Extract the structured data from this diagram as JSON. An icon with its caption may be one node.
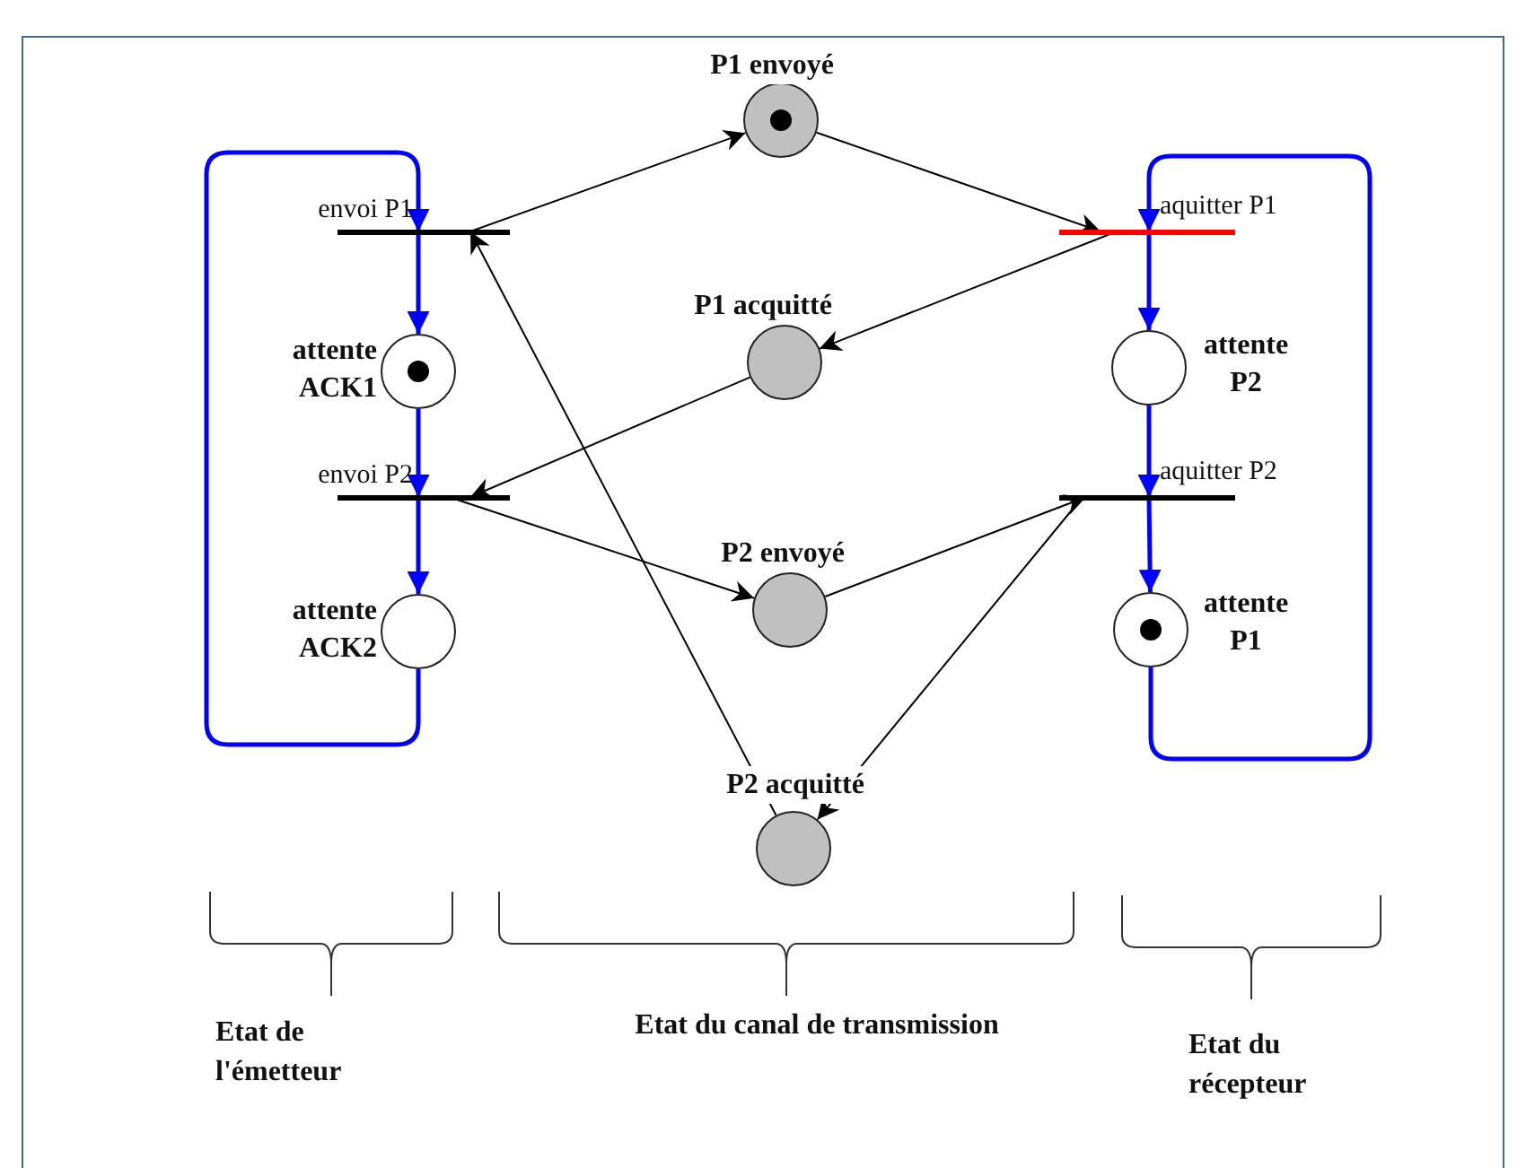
{
  "diagram": {
    "nodes": [
      {
        "text": [
          "envoi P1"
        ]
      },
      {
        "text": [
          "attente ACK1"
        ]
      },
      {
        "text": [
          "envoi P2"
        ]
      },
      {
        "text": [
          "attente ACK2"
        ]
      },
      {
        "text": [
          "P1 envoyé"
        ]
      },
      {
        "text": [
          "P1 acquitté"
        ]
      },
      {
        "text": [
          "P2 envoyé"
        ]
      },
      {
        "text": [
          "P2 acquitté"
        ]
      },
      {
        "text": [
          "aquitter P1"
        ]
      },
      {
        "text": [
          "attente P2"
        ]
      },
      {
        "text": [
          "aquitter P2"
        ]
      },
      {
        "text": [
          "attente P1"
        ]
      }
    ],
    "edges": [
      {
        "from": 0,
        "to": 1,
        "arrow": "to",
        "style": "thick",
        "color": "#0000ff"
      },
      {
        "from": 1,
        "to": 2,
        "arrow": "to",
        "style": "thick",
        "color": "#0000ff"
      },
      {
        "from": 2,
        "to": 3,
        "arrow": "to",
        "style": "thick",
        "color": "#0000ff"
      },
      {
        "from": 3,
        "to": 0,
        "arrow": "to",
        "style": "thick",
        "color": "#0000ff"
      },
      {
        "from": 8,
        "to": 9,
        "arrow": "to",
        "style": "thick",
        "color": "#0000ff"
      },
      {
        "from": 9,
        "to": 10,
        "arrow": "to",
        "style": "thick",
        "color": "#0000ff"
      },
      {
        "from": 10,
        "to": 11,
        "arrow": "to",
        "style": "thick",
        "color": "#0000ff"
      },
      {
        "from": 11,
        "to": 8,
        "arrow": "to",
        "style": "thick",
        "color": "#0000ff"
      },
      {
        "from": 0,
        "to": 4,
        "arrow": "to",
        "color": "#000000"
      },
      {
        "from": 4,
        "to": 8,
        "arrow": "to",
        "color": "#000000"
      },
      {
        "from": 8,
        "to": 5,
        "arrow": "to",
        "color": "#000000"
      },
      {
        "from": 5,
        "to": 2,
        "arrow": "to",
        "color": "#000000"
      },
      {
        "from": 2,
        "to": 6,
        "arrow": "to",
        "color": "#000000"
      },
      {
        "from": 6,
        "to": 10,
        "arrow": "to",
        "color": "#000000"
      },
      {
        "from": 10,
        "to": 7,
        "arrow": "to",
        "color": "#000000"
      },
      {
        "from": 7,
        "to": 0,
        "arrow": "to",
        "color": "#000000"
      }
    ],
    "labels": [
      "Etat de l'émetteur",
      "Etat du canal de transmission",
      "Etat du récepteur"
    ]
  }
}
